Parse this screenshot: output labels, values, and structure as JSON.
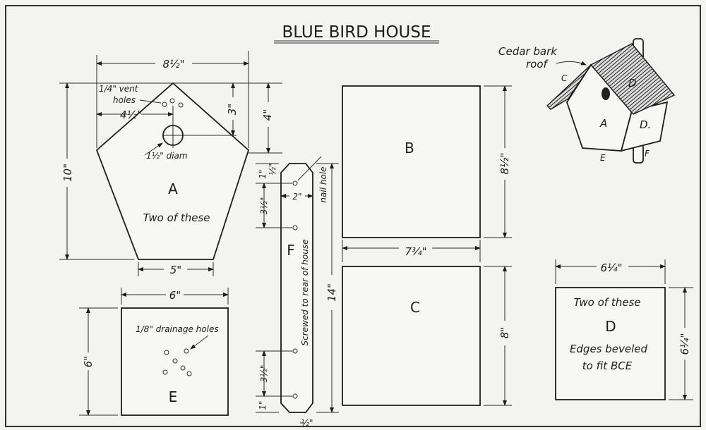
{
  "title": "BLUE BIRD HOUSE",
  "piece_a": {
    "label": "A",
    "note": "Two of these",
    "vent_note_1": "1/4\" vent",
    "vent_note_2": "holes",
    "hole_note": "1½\" diam",
    "dim_width": "8½\"",
    "dim_height": "10\"",
    "dim_hole_offset": "4½\"",
    "dim_hole_top": "3\"",
    "dim_peak": "4\"",
    "dim_base": "5\""
  },
  "piece_e": {
    "label": "E",
    "note": "1/8\" drainage holes",
    "dim_width": "6\"",
    "dim_height": "6\""
  },
  "piece_f": {
    "label": "F",
    "note": "Screwed to rear of house",
    "nail_note": "nail hole",
    "dim_length": "14\"",
    "dim_width": "2\"",
    "dim_top_1": "1\"",
    "dim_top_half": "½\"",
    "dim_spacing_top": "3½\"",
    "dim_spacing_bottom": "3½\"",
    "dim_bottom_1": "1\"",
    "dim_chamfer": "½\""
  },
  "piece_b": {
    "label": "B",
    "dim_height": "8½\"",
    "dim_width": "7¾\""
  },
  "piece_c": {
    "label": "C",
    "dim_height": "8\""
  },
  "piece_d": {
    "label": "D",
    "note": "Two of these",
    "edge_note_1": "Edges beveled",
    "edge_note_2": "to fit BCE",
    "dim_width": "6¼\"",
    "dim_height": "6¼\""
  },
  "sketch": {
    "roof_note_1": "Cedar bark",
    "roof_note_2": "roof",
    "labels": {
      "c": "C",
      "d_roof": "D",
      "a": "A",
      "d_side": "D.",
      "e": "E",
      "f": "F"
    }
  }
}
